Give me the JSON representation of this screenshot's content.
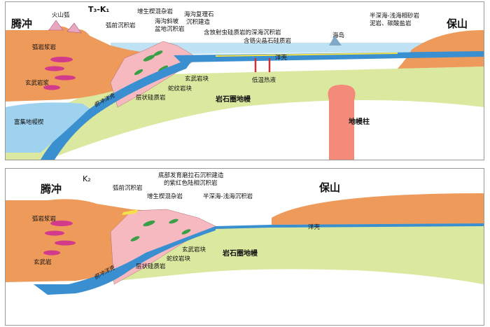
{
  "top": {
    "era_label": "T₃-K₁",
    "left_region": "腾冲",
    "right_region": "保山",
    "volcanic_arc": "火山弧",
    "forearc_sed": "弧前沉积岩",
    "accretion_melange": "增生楔混杂岩",
    "trench_slope": "海沟斜坡",
    "trench_basin_sed": "盆地沉积岩",
    "trench_restore_1": "海沟复理石",
    "trench_restore_2": "沉积建造",
    "radiolarian_sed": "含放射虫硅质岩的深海沉积岩",
    "chromite_siliceous": "含铬尖晶石硅质岩",
    "seamount": "海岛",
    "semi_deep_1": "半深海-浅海相砂岩",
    "semi_deep_2": "泥岩、碳酸盐岩",
    "arc_magma": "弧岩浆岩",
    "basalt_magma": "玄武岩浆",
    "ocean_crust": "洋壳",
    "low_temp_fluid": "低温热液",
    "subducting_slab": "俯冲洋壳",
    "basalt_block": "玄武岩块",
    "serpentinite_block": "蛇纹岩块",
    "layered_chert": "层状硅质岩",
    "lithospheric_mantle": "岩石圈地幔",
    "enriched_mantle_wedge": "富集地幔楔",
    "mantle_plume": "地幔柱"
  },
  "bottom": {
    "era_label": "K₂",
    "left_region": "腾冲",
    "right_region": "保山",
    "forearc_sed": "弧前沉积岩",
    "accretion_melange": "增生楔混杂岩",
    "molasse_1": "底部发育磨拉石沉积建造",
    "molasse_2": "的紫红色陆相沉积岩",
    "semi_deep": "半深海-浅海沉积岩",
    "arc_magma": "弧岩浆岩",
    "basalt": "玄武岩",
    "ocean_crust": "洋壳",
    "basalt_block": "玄武岩块",
    "serpentinite_block": "蛇纹岩块",
    "layered_chert": "层状硅质岩",
    "lithospheric_mantle": "岩石圈地幔",
    "subducting_slab": "俯冲洋壳"
  },
  "colors": {
    "continental_crust": "#ee9a5a",
    "ocean_water": "#bfe3f4",
    "ocean_crust": "#3a8fd0",
    "lithospheric_mantle": "#dbe9a0",
    "accretion_wedge": "#f7b9c0",
    "mantle_wedge": "#9fd2ee",
    "plume": "#f48a7a",
    "magma": "#d23b8c"
  }
}
